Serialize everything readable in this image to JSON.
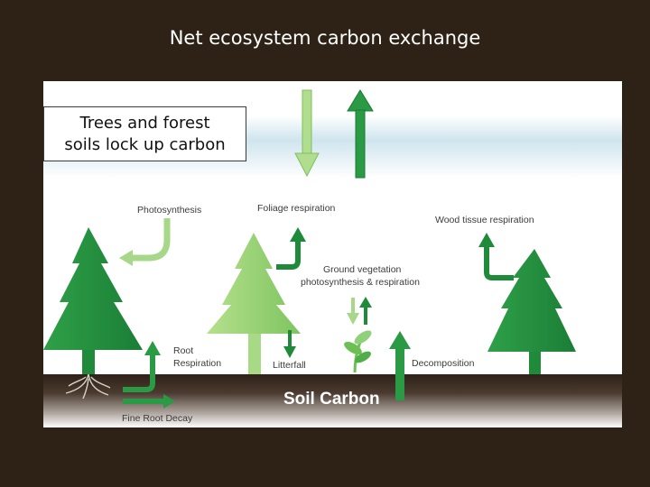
{
  "slide": {
    "title": "Net ecosystem carbon exchange"
  },
  "callout": {
    "line1": "Trees and forest",
    "line2": "soils lock up carbon"
  },
  "diagram": {
    "labels": {
      "photosynthesis": "Photosynthesis",
      "foliage_respiration": "Foliage respiration",
      "wood_tissue_respiration": "Wood tissue respiration",
      "ground_vegetation_line1": "Ground vegetation",
      "ground_vegetation_line2": "photosynthesis & respiration",
      "root_respiration_line1": "Root",
      "root_respiration_line2": "Respiration",
      "litterfall": "Litterfall",
      "decomposition": "Decomposition",
      "soil_carbon": "Soil Carbon",
      "fine_root_decay": "Fine Root Decay"
    },
    "colors": {
      "dark_green": "#1e8a3a",
      "mid_green": "#3fae55",
      "light_green": "#9ed37a",
      "soil": "#3a2a1e",
      "sky_top": "#c9e1ec"
    }
  }
}
